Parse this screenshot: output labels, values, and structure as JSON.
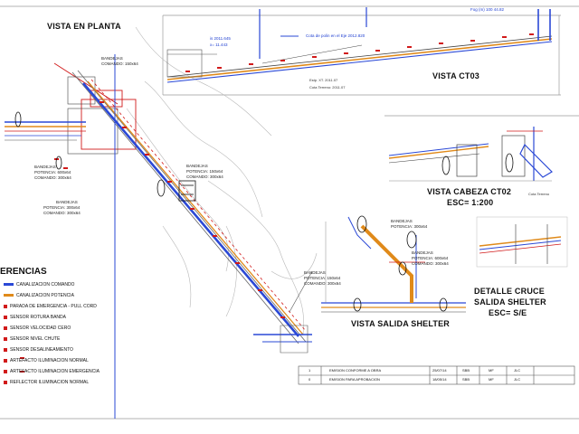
{
  "titles": {
    "plan": "VISTA EN PLANTA",
    "ct03": "VISTA CT03",
    "cabeza_line1": "VISTA CABEZA CT02",
    "cabeza_line2": "ESC= 1:200",
    "salida": "VISTA SALIDA SHELTER",
    "cruce_line1": "DETALLE CRUCE",
    "cruce_line2": "SALIDA SHELTER",
    "cruce_line3": "ESC= S/E"
  },
  "annotations": {
    "top_right": "Fog (m) 100 44.82",
    "cota_polin": "Cota de polin en el Eje 2012.820",
    "elev_1": "is 2011.645",
    "elev_2": "x= 11.443",
    "ct03_foot_1": "Estp. XT. 2011.07",
    "ct03_foot_2": "Cota Terreno: 2011.07",
    "bandejas_a_1": "BANDEJAS",
    "bandejas_a_2": "COMANDO: 150x64",
    "bandejas_b_1": "BANDEJAS",
    "bandejas_b_2": "POTENCIA: 150x64",
    "bandejas_b_3": "COMANDO: 300x64",
    "bandejas_c_1": "BANDEJAS",
    "bandejas_c_2": "POTENCIA: 600x64",
    "bandejas_c_3": "COMANDO: 300x64",
    "bandejas_d_1": "BANDEJAS",
    "bandejas_d_2": "POTENCIA: 300x64",
    "bandejas_d_3": "COMANDO: 300x64",
    "bandejas_e_1": "BANDEJAS",
    "bandejas_e_2": "POTENCIA: 300x64",
    "bandejas_f_1": "BANDEJAS",
    "bandejas_f_2": "POTENCIA: 600x64",
    "bandejas_f_3": "COMANDO: 300x64",
    "bandejas_g_1": "BANDEJAS",
    "bandejas_g_2": "POTENCIA: 150x64",
    "bandejas_g_3": "COMANDO: 300x64",
    "cabeza_right": "Cota Terreno"
  },
  "legend": {
    "title": "ERENCIAS",
    "items": [
      {
        "label": "CANALIZACION COMANDO",
        "color": "#2a48d6"
      },
      {
        "label": "CANALIZACION POTENCIA",
        "color": "#e08a1a"
      },
      {
        "label": "PARADA DE EMERGENCIA - PULL CORD",
        "color": "#d11a1a"
      },
      {
        "label": "SENSOR ROTURA BANDA",
        "color": "#d11a1a"
      },
      {
        "label": "SENSOR VELOCIDAD CERO",
        "color": "#d11a1a"
      },
      {
        "label": "SENSOR NIVEL CHUTE",
        "color": "#d11a1a"
      },
      {
        "label": "SENSOR DESALINEAMIENTO",
        "color": "#d11a1a"
      },
      {
        "label": "ARTEFACTO ILUMINACION NORMAL",
        "color": "#d11a1a"
      },
      {
        "label": "ARTEFACTO ILUMINACION EMERGENCIA",
        "color": "#d11a1a"
      },
      {
        "label": "REFLECTOR ILUMINACION NORMAL",
        "color": "#d11a1a"
      }
    ]
  },
  "revisions": [
    {
      "rev": "1",
      "desc": "EMISION CONFORME A OBRA",
      "date": "25/07/14",
      "by": "SBB",
      "chk": "MF",
      "app": "JLC"
    },
    {
      "rev": "0",
      "desc": "EMISION PARA APROBACION",
      "date": "18/05/14",
      "by": "SBB",
      "chk": "MF",
      "app": "JLC"
    }
  ]
}
